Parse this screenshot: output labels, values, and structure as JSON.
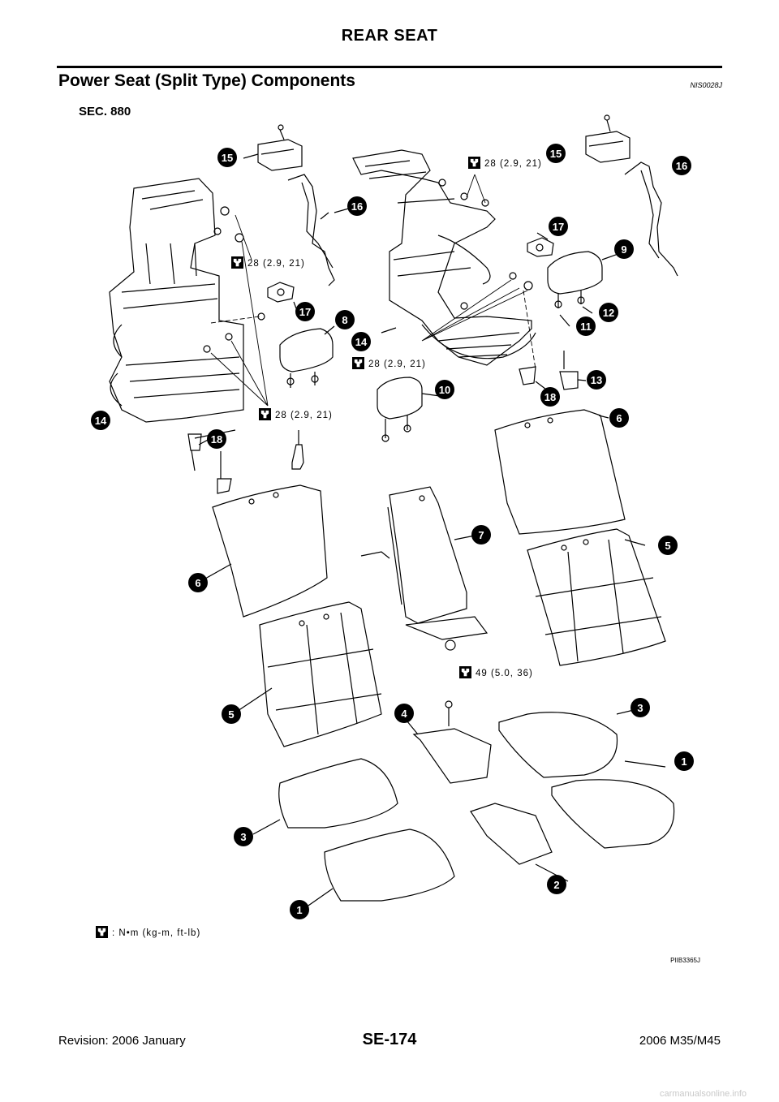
{
  "header": {
    "title": "REAR SEAT"
  },
  "section": {
    "title": "Power Seat (Split Type) Components",
    "code": "NIS0028J"
  },
  "diagram": {
    "sec_label": "SEC. 880",
    "torque_values": {
      "t1": "28 (2.9, 21)",
      "t2": "28 (2.9, 21)",
      "t3": "28 (2.9, 21)",
      "t4": "28 (2.9, 21)",
      "t5": "49 (5.0, 36)"
    },
    "legend": ": N•m (kg-m, ft-lb)",
    "figure_id": "PIIB3365J",
    "callouts": {
      "c1a": "1",
      "c1b": "1",
      "c2": "2",
      "c3a": "3",
      "c3b": "3",
      "c4": "4",
      "c5a": "5",
      "c5b": "5",
      "c6a": "6",
      "c6b": "6",
      "c7": "7",
      "c8": "8",
      "c9": "9",
      "c10": "10",
      "c11": "11",
      "c12": "12",
      "c13": "13",
      "c14a": "14",
      "c14b": "14",
      "c15a": "15",
      "c15b": "15",
      "c16a": "16",
      "c16b": "16",
      "c17a": "17",
      "c17b": "17",
      "c18a": "18",
      "c18b": "18"
    }
  },
  "footer": {
    "revision": "Revision: 2006 January",
    "page": "SE-174",
    "model": "2006 M35/M45"
  },
  "watermark": "carmanualsonline.info"
}
